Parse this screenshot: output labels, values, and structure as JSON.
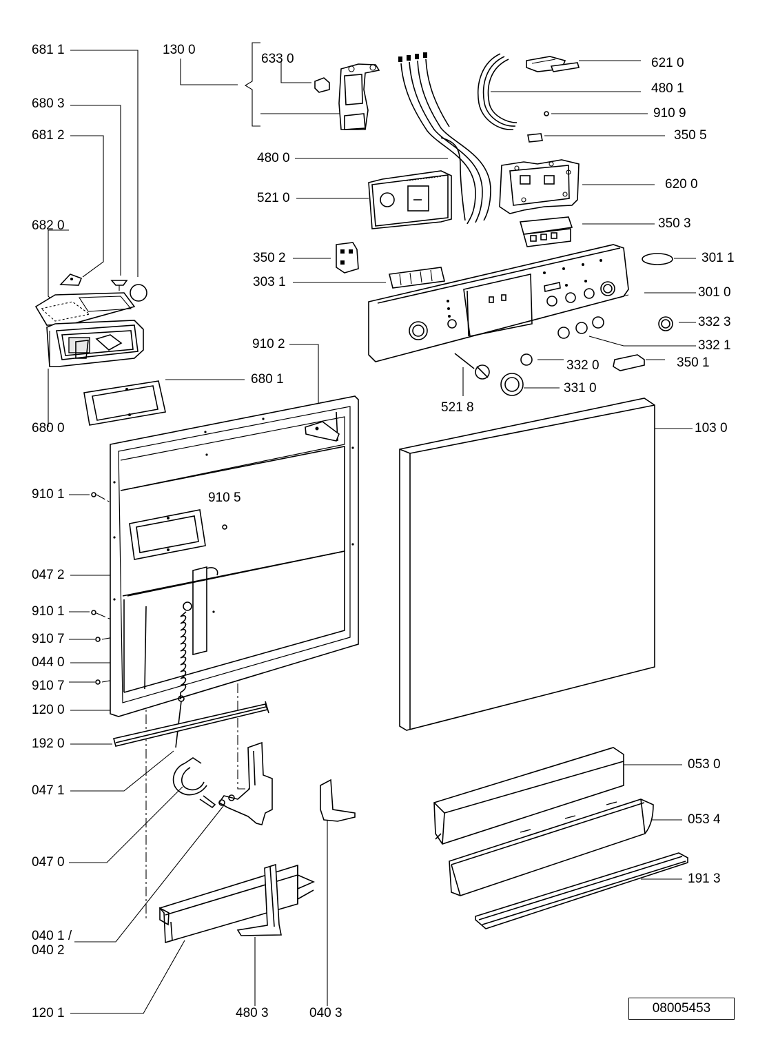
{
  "reference_number": "08005453",
  "labels": {
    "p6811": "681 1",
    "p1300": "130 0",
    "p6330": "633 0",
    "p6210": "621 0",
    "p4801": "480 1",
    "p6803": "680 3",
    "p9109": "910 9",
    "p6812": "681 2",
    "p3505": "350 5",
    "p4800": "480 0",
    "p5210": "521 0",
    "p6200": "620 0",
    "p6820": "682 0",
    "p3503": "350 3",
    "p3502": "350 2",
    "p3011": "301 1",
    "p3031": "303 1",
    "p3010": "301 0",
    "p3323": "332 3",
    "p9102": "910 2",
    "p3321": "332 1",
    "p3320": "332 0",
    "p3501": "350 1",
    "p6801": "680 1",
    "p3310": "331 0",
    "p5218": "521 8",
    "p6800": "680 0",
    "p1030": "103 0",
    "p9101a": "910 1",
    "p9105": "910 5",
    "p0472": "047 2",
    "p9101b": "910 1",
    "p9107a": "910 7",
    "p0440": "044 0",
    "p9107b": "910 7",
    "p1200": "120 0",
    "p1920": "192 0",
    "p0471": "047 1",
    "p0530": "053 0",
    "p0534": "053 4",
    "p0470": "047 0",
    "p1913": "191 3",
    "p0401": "040 1 /",
    "p0402": "040 2",
    "p1201": "120 1",
    "p4803": "480 3",
    "p0403": "040 3"
  }
}
